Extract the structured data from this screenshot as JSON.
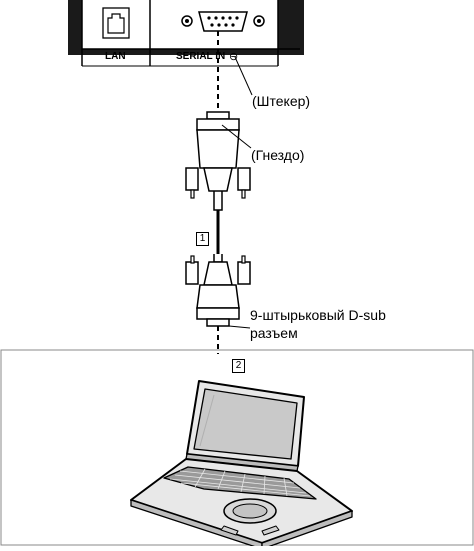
{
  "panel": {
    "lan_label": "LAN",
    "serial_label": "SERIAL IN",
    "serial_in_mark": "⊖"
  },
  "callouts": {
    "plug": "(Штекер)",
    "socket": "(Гнездо)",
    "dsub_line1": "9-штырьковый D-sub",
    "dsub_line2": "разъем"
  },
  "markers": {
    "cable": "1",
    "computer": "2"
  },
  "icons": [
    "lan-port-icon",
    "serial-port-icon",
    "laptop-icon"
  ]
}
